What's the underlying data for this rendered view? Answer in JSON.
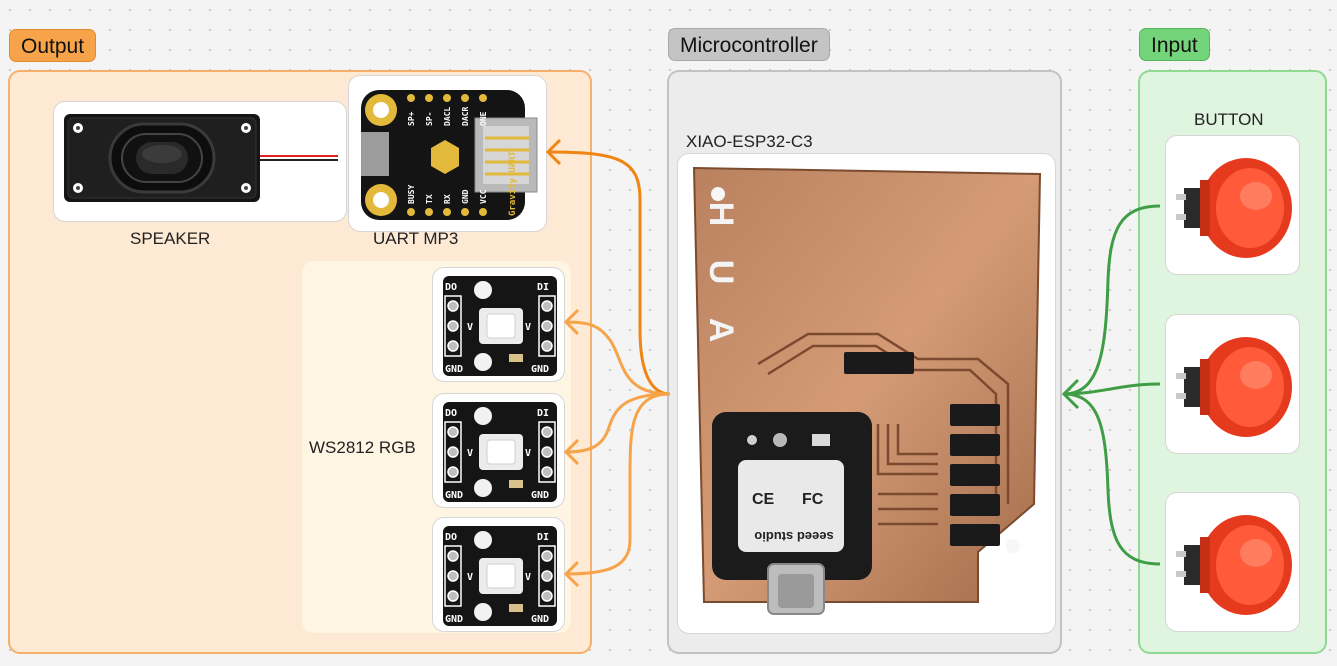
{
  "groups": {
    "output": {
      "title": "Output",
      "color": "#f7a349"
    },
    "microcontroller": {
      "title": "Microcontroller",
      "color": "#c4c4c4"
    },
    "input": {
      "title": "Input",
      "color": "#74d47a"
    }
  },
  "components": {
    "speaker": {
      "label": "SPEAKER"
    },
    "uart_mp3": {
      "label": "UART MP3",
      "pins_top": [
        "SP+",
        "SP-",
        "DACL",
        "DACR",
        "ONE"
      ],
      "pins_bottom": [
        "BUSY",
        "TX",
        "RX",
        "GND",
        "VCC"
      ],
      "side_text": "Gravity UART"
    },
    "ws2812": {
      "label": "WS2812 RGB",
      "count": 3,
      "pin_do": "DO",
      "pin_di": "DI",
      "pin_gnd": "GND",
      "pin_v": "V"
    },
    "xiao": {
      "label": "XIAO-ESP32-C3",
      "board_letters": [
        "H",
        "U",
        "A"
      ],
      "module_brand": "seeed studio",
      "module_ce": "CE",
      "module_fcc": "FC"
    },
    "button": {
      "label": "BUTTON",
      "count": 3
    }
  },
  "connections": {
    "mp3_color": "#f08414",
    "led_color": "#f7a349",
    "button_color": "#3f9e45"
  }
}
